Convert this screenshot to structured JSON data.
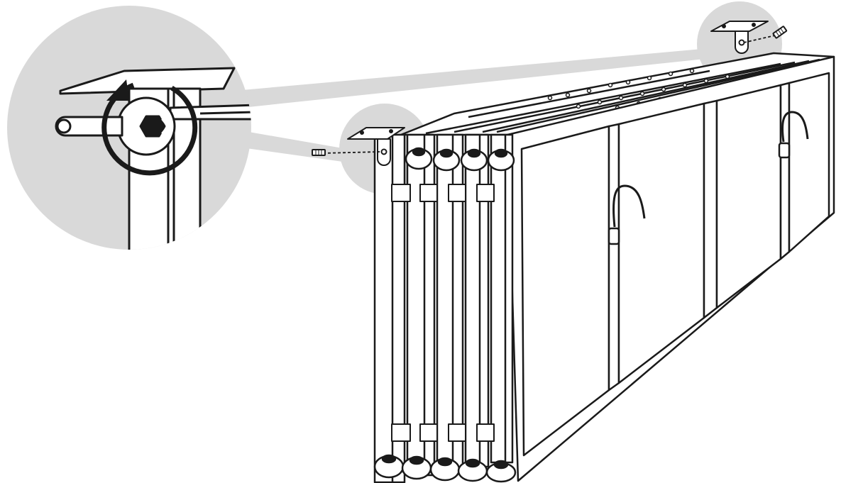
{
  "figure": {
    "kind": "assembly-instruction-illustration",
    "panel_count": 5,
    "bracket_count": 2,
    "callout_count": 2,
    "rotation_direction": "counterclockwise",
    "colors": {
      "line": "#1a1a1a",
      "callout": "#d9d9d9",
      "fill": "#ffffff"
    }
  }
}
